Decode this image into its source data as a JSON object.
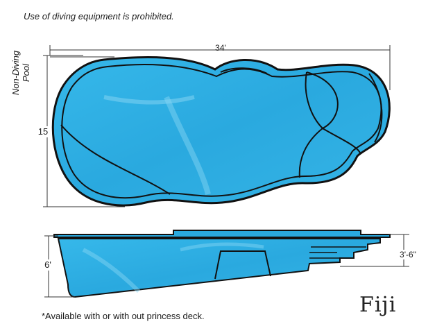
{
  "notes": {
    "top": "Use of diving equipment is prohibited.",
    "side": "Non-Diving Pool",
    "bottom": "*Available with or with out princess deck."
  },
  "model": {
    "name": "Fiji"
  },
  "dimensions": {
    "length": "34'",
    "width": "15",
    "deep_end": "6'",
    "shallow_end": "3'-6\""
  },
  "colors": {
    "water": "#2fb2e6",
    "water_light": "#7fd3f4",
    "outline": "#111111"
  }
}
